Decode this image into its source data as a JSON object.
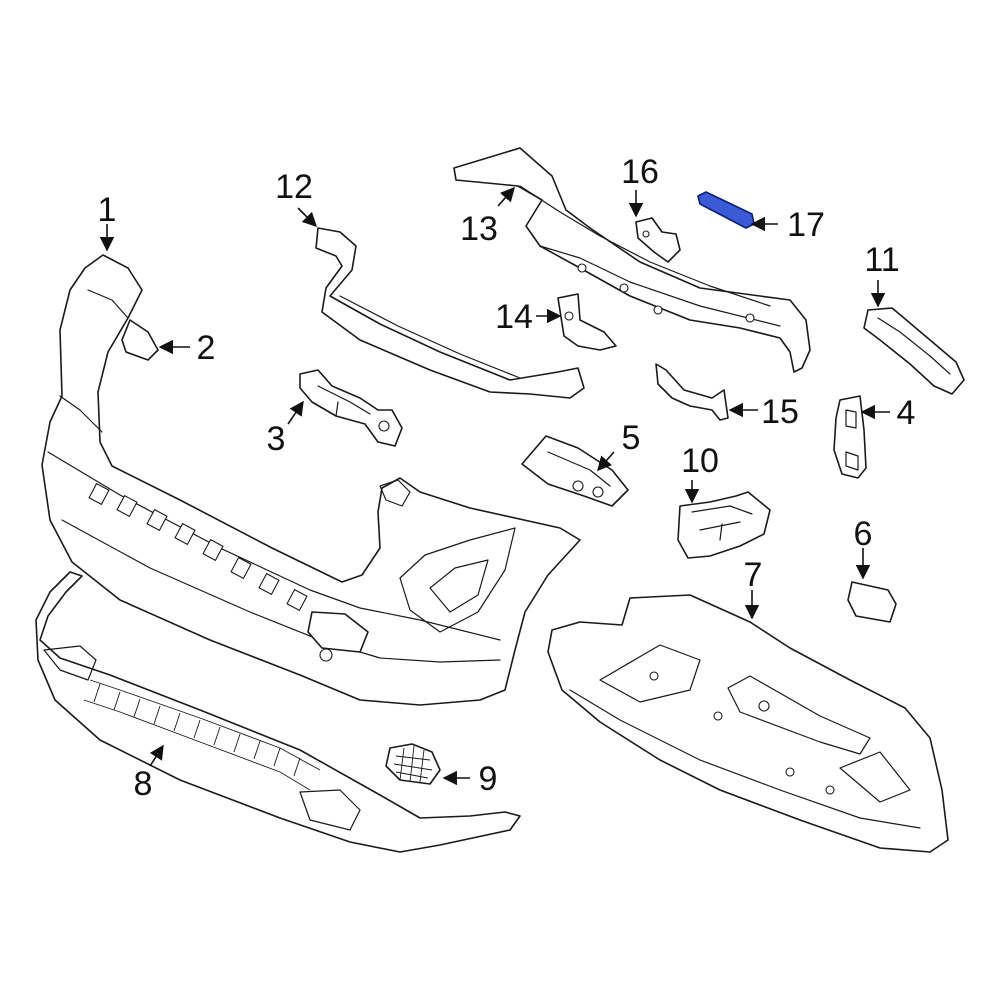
{
  "callouts": [
    {
      "id": "1",
      "label": "1"
    },
    {
      "id": "2",
      "label": "2"
    },
    {
      "id": "3",
      "label": "3"
    },
    {
      "id": "4",
      "label": "4"
    },
    {
      "id": "5",
      "label": "5"
    },
    {
      "id": "6",
      "label": "6"
    },
    {
      "id": "7",
      "label": "7"
    },
    {
      "id": "8",
      "label": "8"
    },
    {
      "id": "9",
      "label": "9"
    },
    {
      "id": "10",
      "label": "10"
    },
    {
      "id": "11",
      "label": "11"
    },
    {
      "id": "12",
      "label": "12"
    },
    {
      "id": "13",
      "label": "13"
    },
    {
      "id": "14",
      "label": "14"
    },
    {
      "id": "15",
      "label": "15"
    },
    {
      "id": "16",
      "label": "16"
    },
    {
      "id": "17",
      "label": "17"
    }
  ],
  "colors": {
    "line": "#1a1a1a",
    "highlight_fill": "#3b5bd6",
    "highlight_stroke": "#0a1f7a"
  },
  "highlighted_part": "17"
}
